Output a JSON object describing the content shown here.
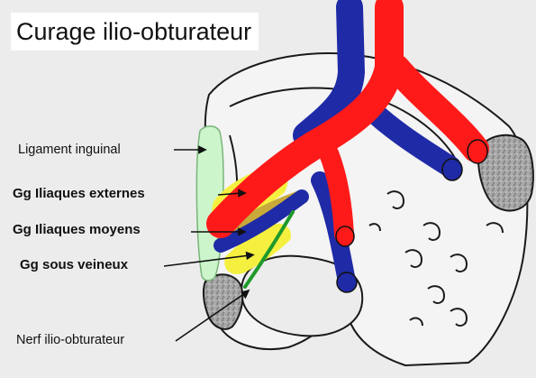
{
  "title": "Curage ilio-obturateur",
  "labels": {
    "ligament_inguinal": "Ligament inguinal",
    "gg_iliaques_externes": "Gg Iliaques externes",
    "gg_iliaques_moyens": "Gg Iliaques moyens",
    "gg_sous_veineux": "Gg sous veineux",
    "nerf_ilio_obturateur": "Nerf ilio-obturateur"
  },
  "colors": {
    "artery": "#ff1a1a",
    "vein": "#1f2aa6",
    "lymph_node_yellow": "#f5f040",
    "lymph_node_olive": "#c8aa3a",
    "nerve": "#1e9a2a",
    "ligament": "#ccf5cc",
    "bone_fill": "#f4f4f4",
    "hatched_bone": "#9a9a9a",
    "background": "#ececec"
  }
}
